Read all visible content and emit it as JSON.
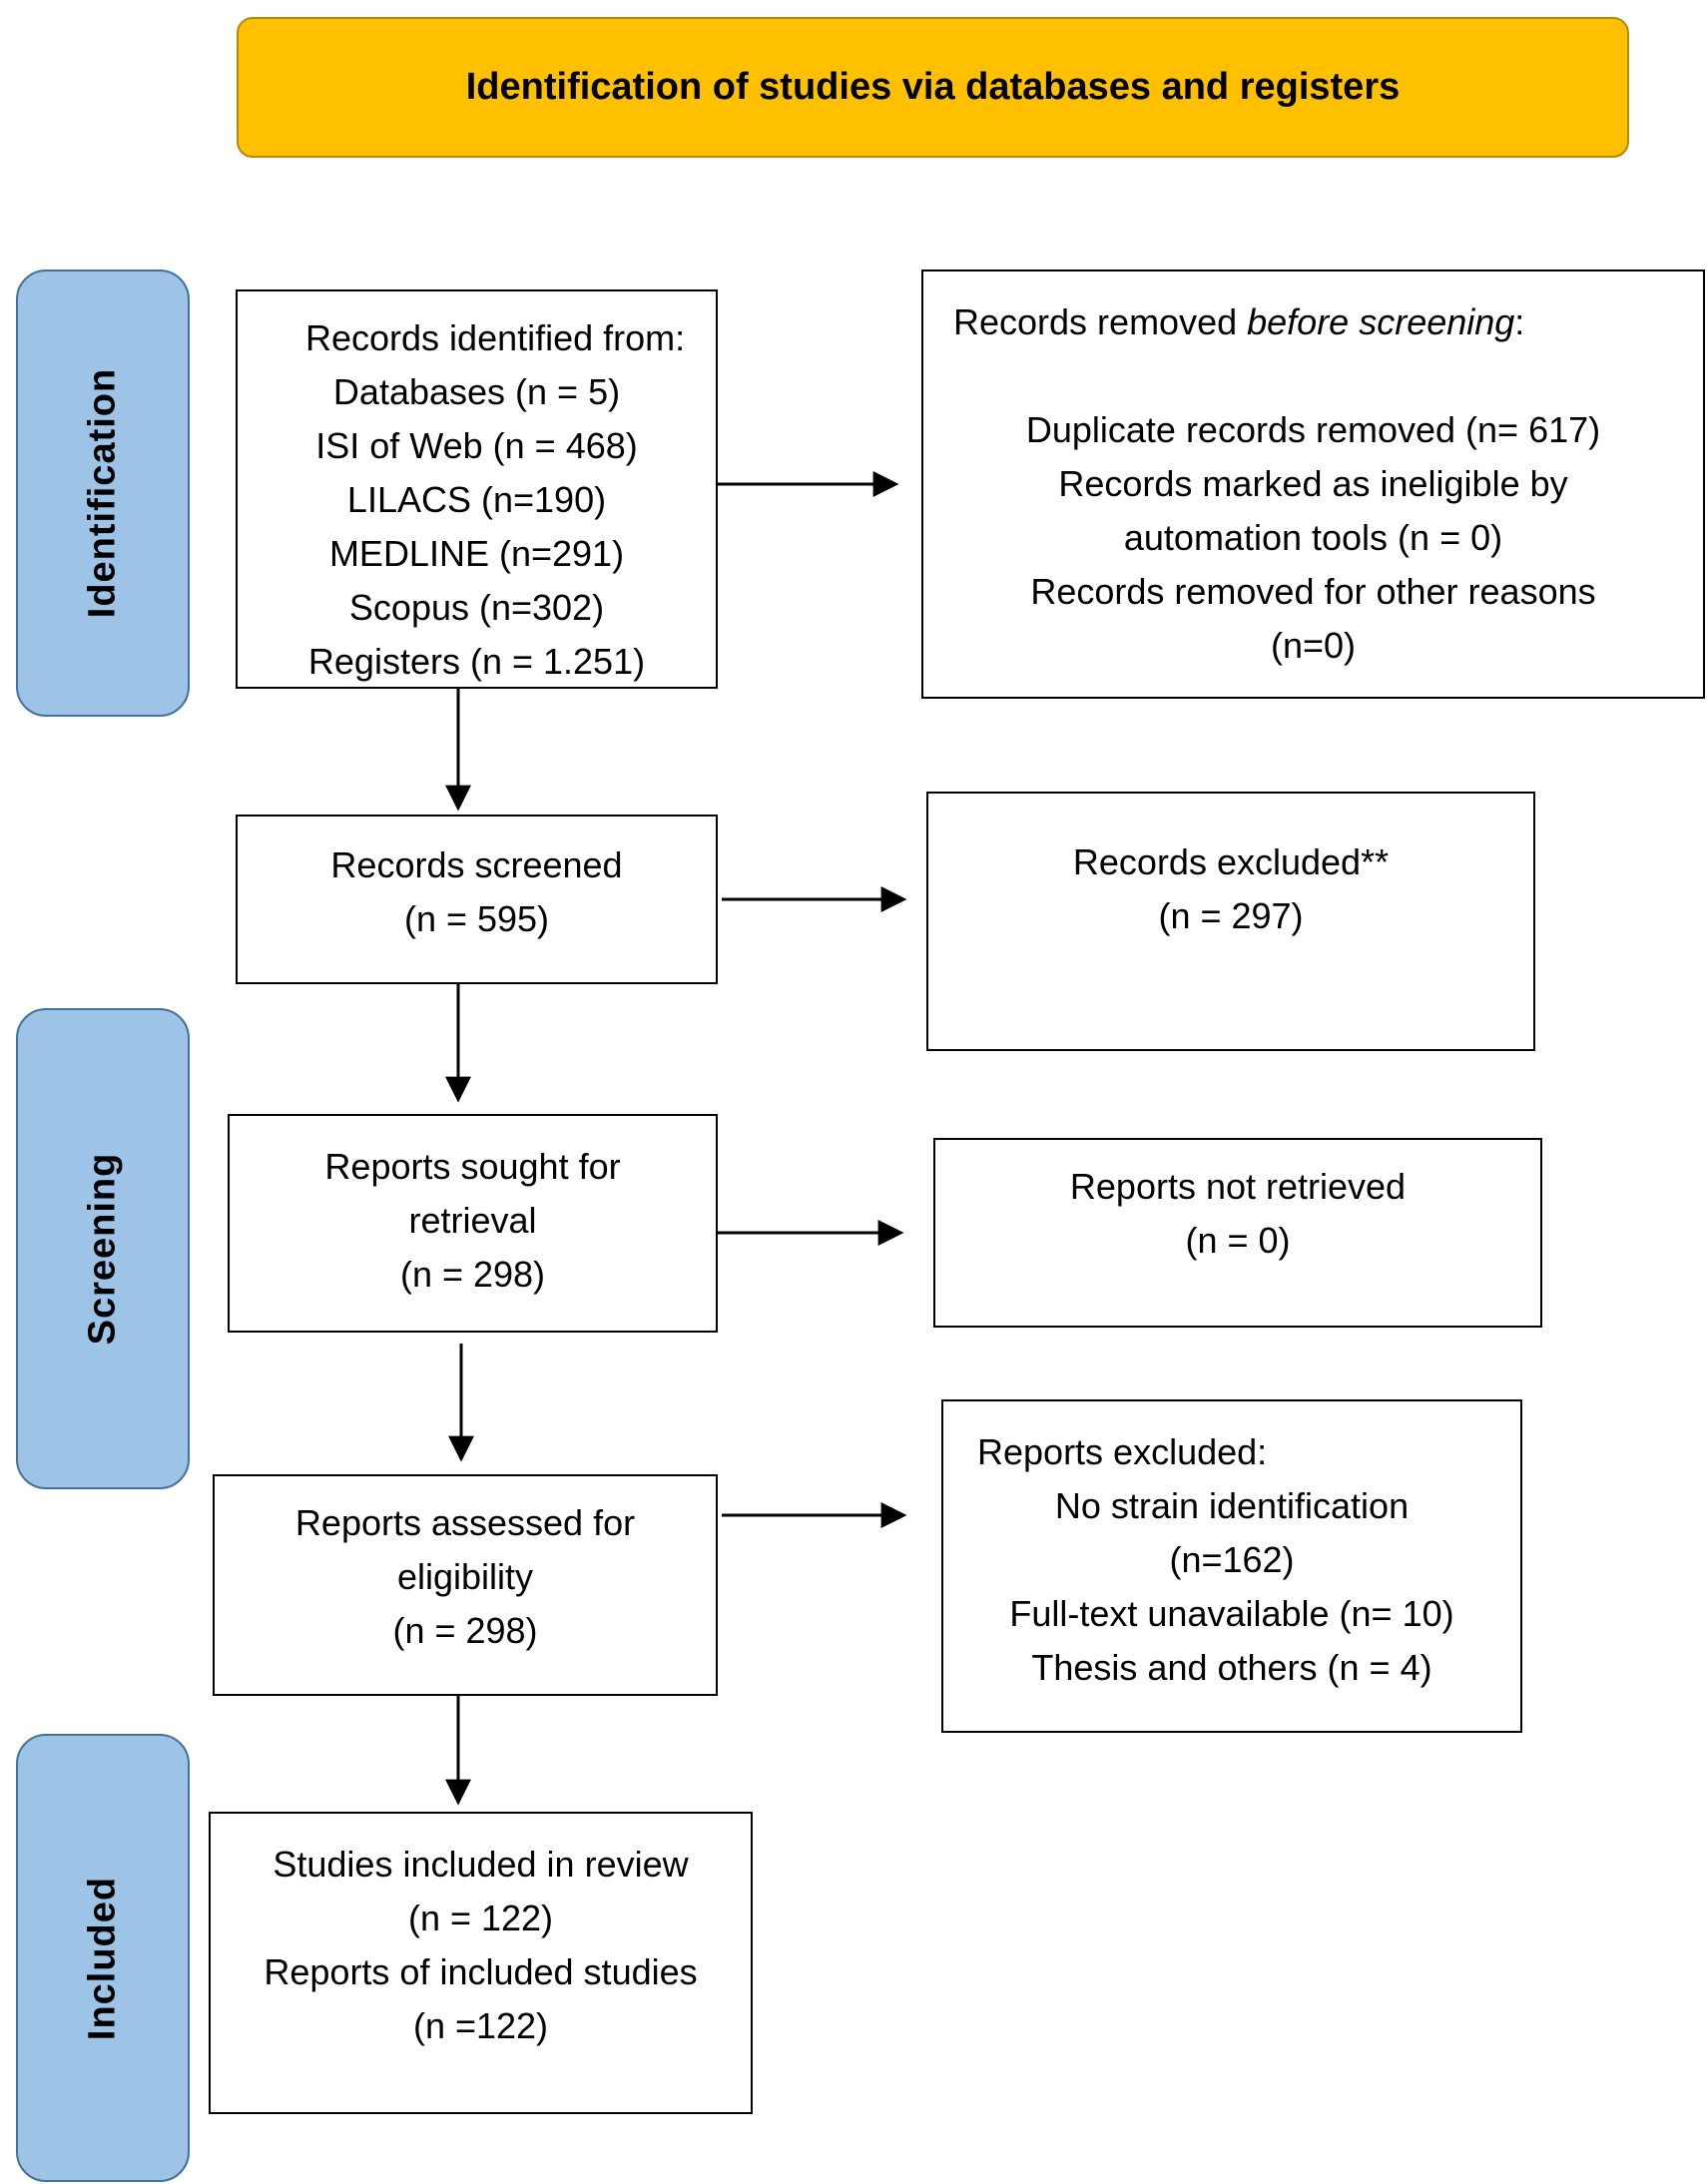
{
  "header": {
    "title": "Identification of studies via databases and registers"
  },
  "phases": {
    "identification": "Identification",
    "screening": "Screening",
    "included": "Included"
  },
  "boxes": {
    "records_identified": {
      "lines": [
        "Records identified from:",
        "Databases (n = 5)",
        "ISI of Web (n = 468)",
        "LILACS (n=190)",
        "MEDLINE (n=291)",
        "Scopus (n=302)",
        "Registers (n = 1.251)"
      ]
    },
    "records_removed": {
      "title_prefix": "Records removed ",
      "title_italic": "before screening",
      "title_suffix": ":",
      "lines": [
        "Duplicate records removed (n= 617)",
        "Records marked as ineligible by",
        "automation tools (n = 0)",
        "Records removed for other reasons",
        "(n=0)"
      ]
    },
    "records_screened": {
      "lines": [
        "Records screened",
        "(n = 595)"
      ]
    },
    "records_excluded": {
      "lines": [
        "Records excluded**",
        "(n = 297)"
      ]
    },
    "reports_sought": {
      "lines": [
        "Reports sought for",
        "retrieval",
        "(n = 298)"
      ]
    },
    "reports_not_retrieved": {
      "lines": [
        "Reports not retrieved",
        "(n = 0)"
      ]
    },
    "reports_assessed": {
      "lines": [
        "Reports assessed for",
        "eligibility",
        "(n = 298)"
      ]
    },
    "reports_excluded": {
      "title": "Reports excluded:",
      "lines": [
        "No strain identification",
        "(n=162)",
        "Full-text unavailable (n= 10)",
        "Thesis and others (n = 4)"
      ]
    },
    "studies_included": {
      "lines": [
        "Studies included in review",
        "(n = 122)",
        "Reports of included studies",
        "(n =122)"
      ]
    }
  }
}
